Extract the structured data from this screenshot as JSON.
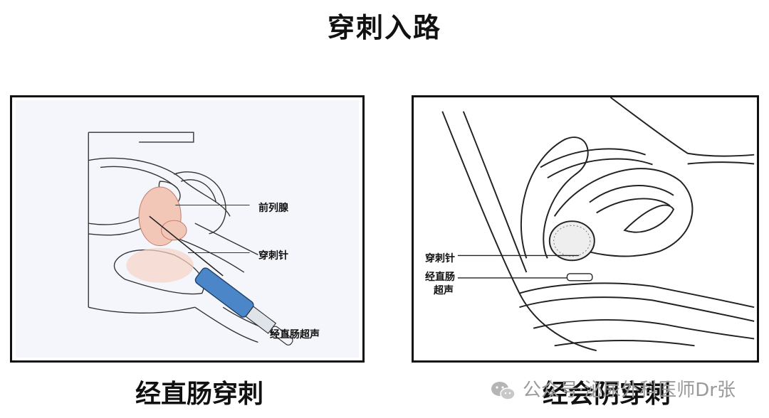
{
  "title": "穿刺入路",
  "left_panel": {
    "labels": {
      "prostate": "前列腺",
      "needle": "穿刺针",
      "probe": "经直肠超声"
    },
    "caption": "经直肠穿刺"
  },
  "right_panel": {
    "labels": {
      "needle": "穿刺针",
      "probe_line1": "经直肠",
      "probe_line2": "超声"
    },
    "caption": "经会阴穿刺"
  },
  "watermark": {
    "icon": "wechat-icon",
    "text": "公众号·泌尿外科医师Dr张"
  },
  "colors": {
    "probe_blue": "#4a86c8",
    "prostate_pink": "#f2c7b8"
  }
}
